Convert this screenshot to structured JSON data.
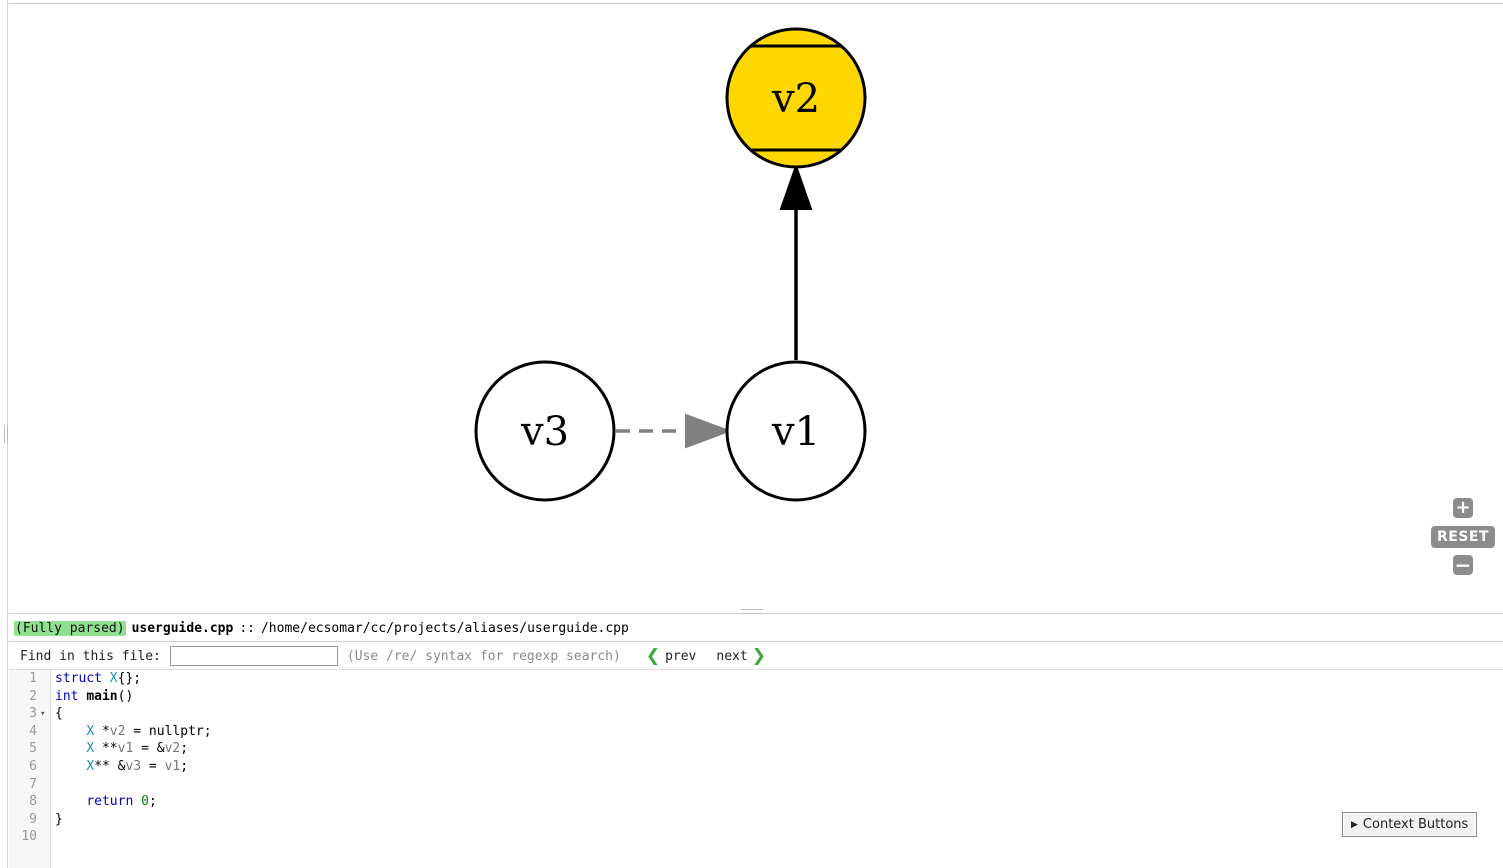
{
  "graph": {
    "nodes": [
      {
        "id": "v2",
        "label": "v2",
        "fill": "#ffd700",
        "shape": "db-cylinder"
      },
      {
        "id": "v1",
        "label": "v1",
        "fill": "#ffffff",
        "shape": "circle"
      },
      {
        "id": "v3",
        "label": "v3",
        "fill": "#ffffff",
        "shape": "circle"
      }
    ],
    "edges": [
      {
        "from": "v1",
        "to": "v2",
        "style": "solid",
        "color": "#000000"
      },
      {
        "from": "v3",
        "to": "v1",
        "style": "dashed",
        "color": "#808080"
      }
    ]
  },
  "zoom": {
    "in_label": "+",
    "reset_label": "RESET",
    "out_label": "−"
  },
  "file_header": {
    "status": "(Fully parsed)",
    "file_name": "userguide.cpp",
    "separator": "::",
    "path": "/home/ecsomar/cc/projects/aliases/userguide.cpp"
  },
  "find_bar": {
    "label": "Find in this file:",
    "input_value": "",
    "hint": "(Use /re/ syntax for regexp search)",
    "prev_label": "prev",
    "next_label": "next"
  },
  "code": {
    "line_numbers": [
      "1",
      "2",
      "3",
      "4",
      "5",
      "6",
      "7",
      "8",
      "9",
      "10"
    ],
    "lines": [
      [
        {
          "t": "struct",
          "c": "kw"
        },
        {
          "t": " ",
          "c": ""
        },
        {
          "t": "X",
          "c": "ty"
        },
        {
          "t": "{};",
          "c": ""
        }
      ],
      [
        {
          "t": "int",
          "c": "kw"
        },
        {
          "t": " ",
          "c": ""
        },
        {
          "t": "main",
          "c": "fn"
        },
        {
          "t": "()",
          "c": ""
        }
      ],
      [
        {
          "t": "{",
          "c": ""
        }
      ],
      [
        {
          "t": "    ",
          "c": ""
        },
        {
          "t": "X",
          "c": "ty"
        },
        {
          "t": " *",
          "c": ""
        },
        {
          "t": "v2",
          "c": "vr"
        },
        {
          "t": " = nullptr;",
          "c": ""
        }
      ],
      [
        {
          "t": "    ",
          "c": ""
        },
        {
          "t": "X",
          "c": "ty"
        },
        {
          "t": " **",
          "c": ""
        },
        {
          "t": "v1",
          "c": "vr"
        },
        {
          "t": " = &",
          "c": ""
        },
        {
          "t": "v2",
          "c": "vr"
        },
        {
          "t": ";",
          "c": ""
        }
      ],
      [
        {
          "t": "    ",
          "c": ""
        },
        {
          "t": "X",
          "c": "ty"
        },
        {
          "t": "** &",
          "c": ""
        },
        {
          "t": "v3",
          "c": "vr"
        },
        {
          "t": " = ",
          "c": ""
        },
        {
          "t": "v1",
          "c": "vr"
        },
        {
          "t": ";",
          "c": ""
        }
      ],
      [],
      [
        {
          "t": "    ",
          "c": ""
        },
        {
          "t": "return",
          "c": "kw"
        },
        {
          "t": " ",
          "c": ""
        },
        {
          "t": "0",
          "c": "nm"
        },
        {
          "t": ";",
          "c": ""
        }
      ],
      [
        {
          "t": "}",
          "c": ""
        }
      ],
      []
    ],
    "fold_marker": "▾"
  },
  "context_buttons": {
    "label": "Context Buttons",
    "icon": "▶"
  }
}
